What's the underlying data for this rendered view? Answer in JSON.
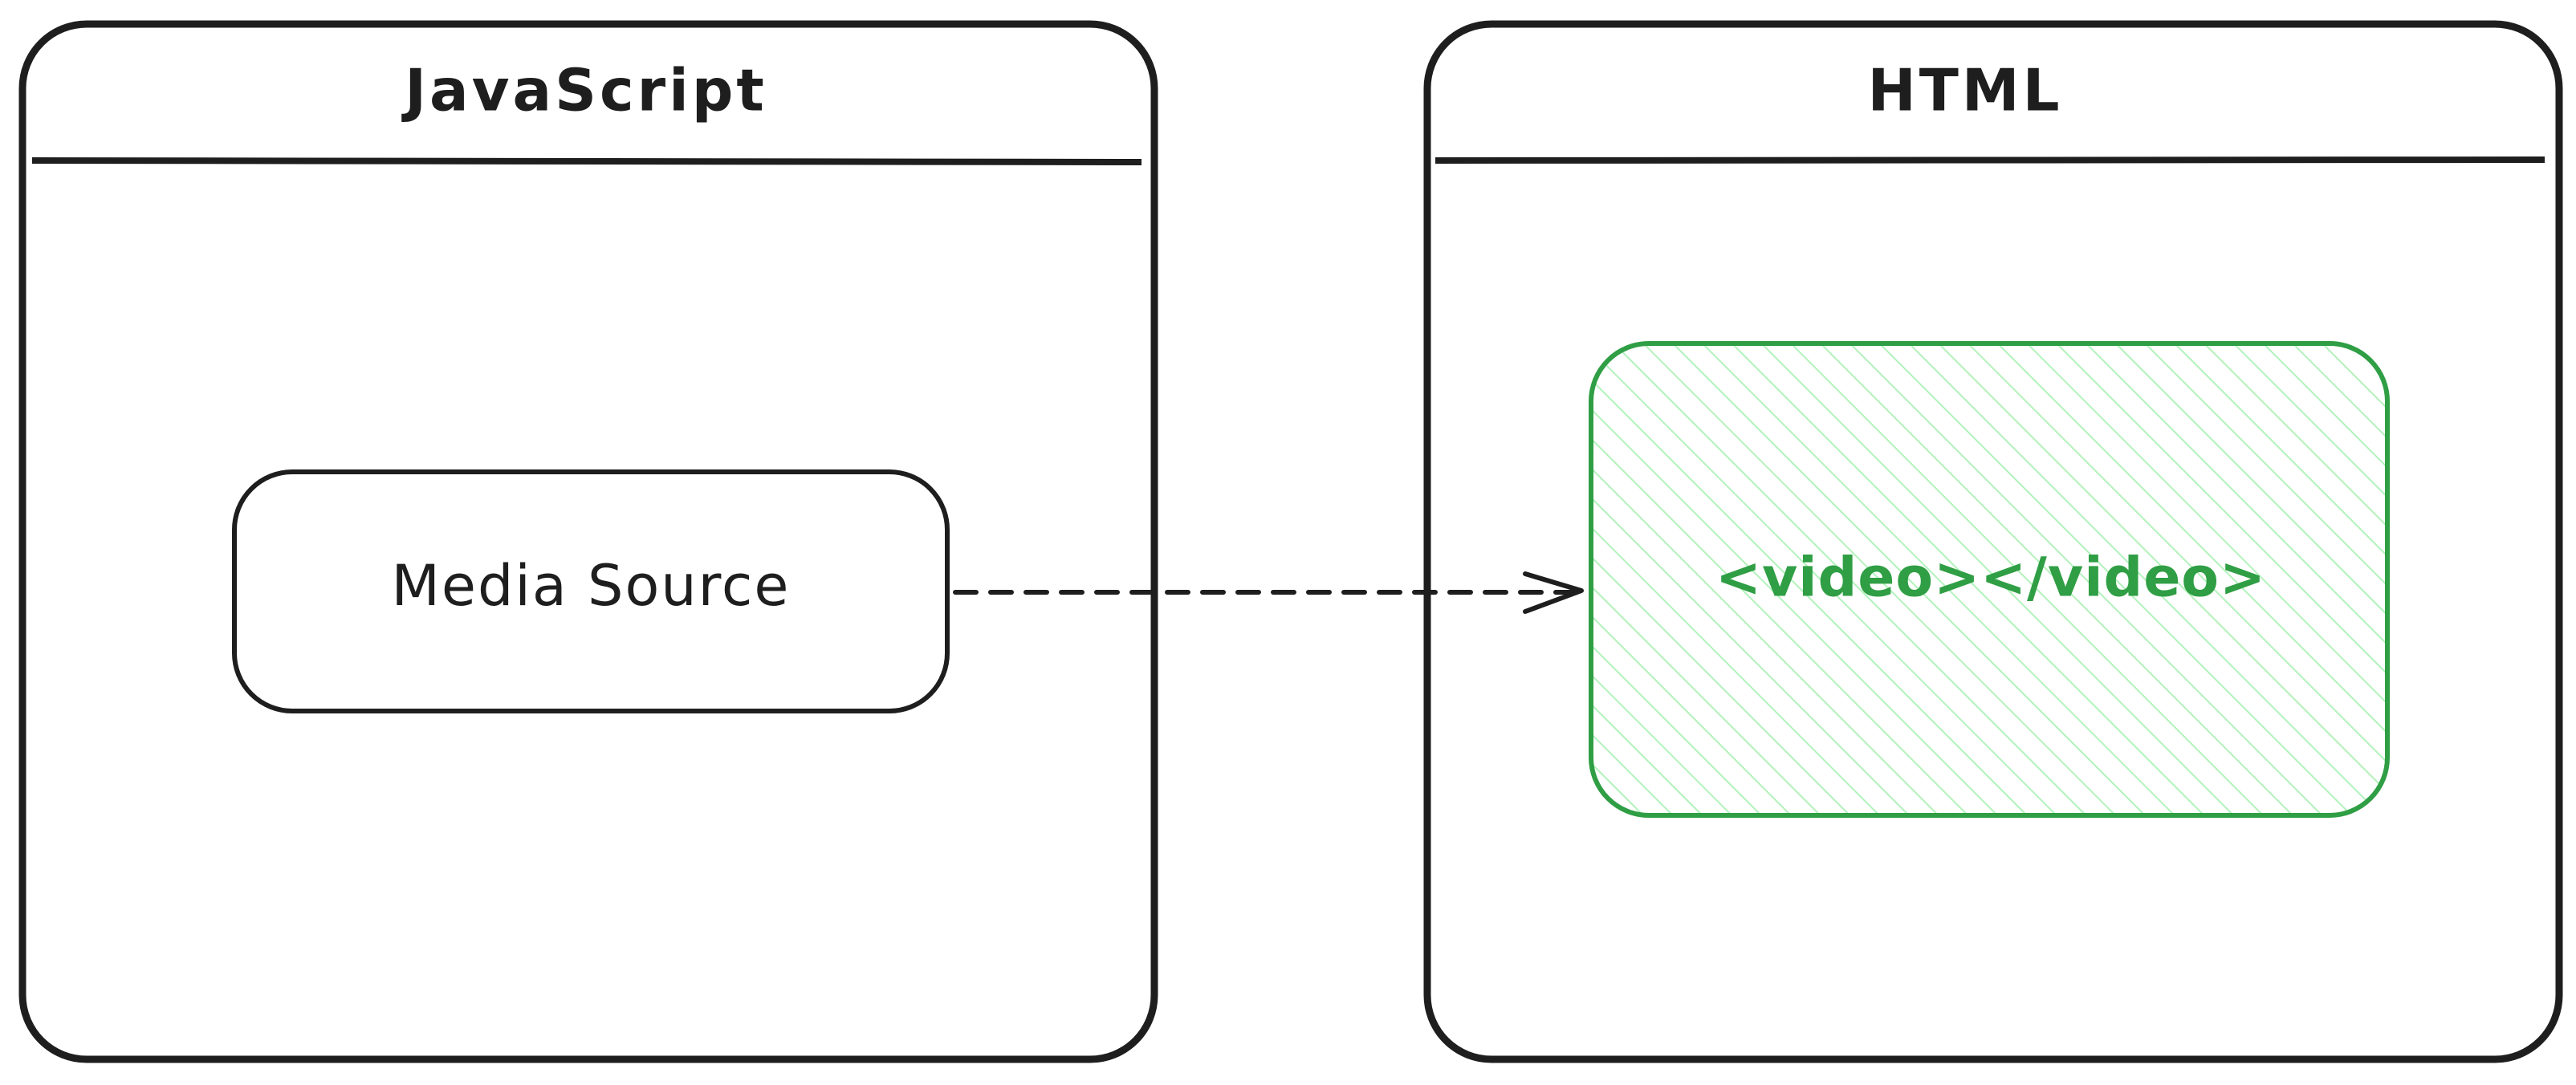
{
  "frames": [
    {
      "id": "javascript",
      "title": "JavaScript"
    },
    {
      "id": "html",
      "title": "HTML"
    }
  ],
  "nodes": {
    "media_source": {
      "label": "Media Source"
    },
    "video_element": {
      "label": "<video></video>"
    }
  },
  "connector": {
    "from": "media_source",
    "to": "video_element",
    "style": "dashed"
  },
  "colors": {
    "stroke": "#1e1e1e",
    "video_stroke": "#2f9e44",
    "video_hatch": "#b2f2bb",
    "background": "#ffffff"
  }
}
